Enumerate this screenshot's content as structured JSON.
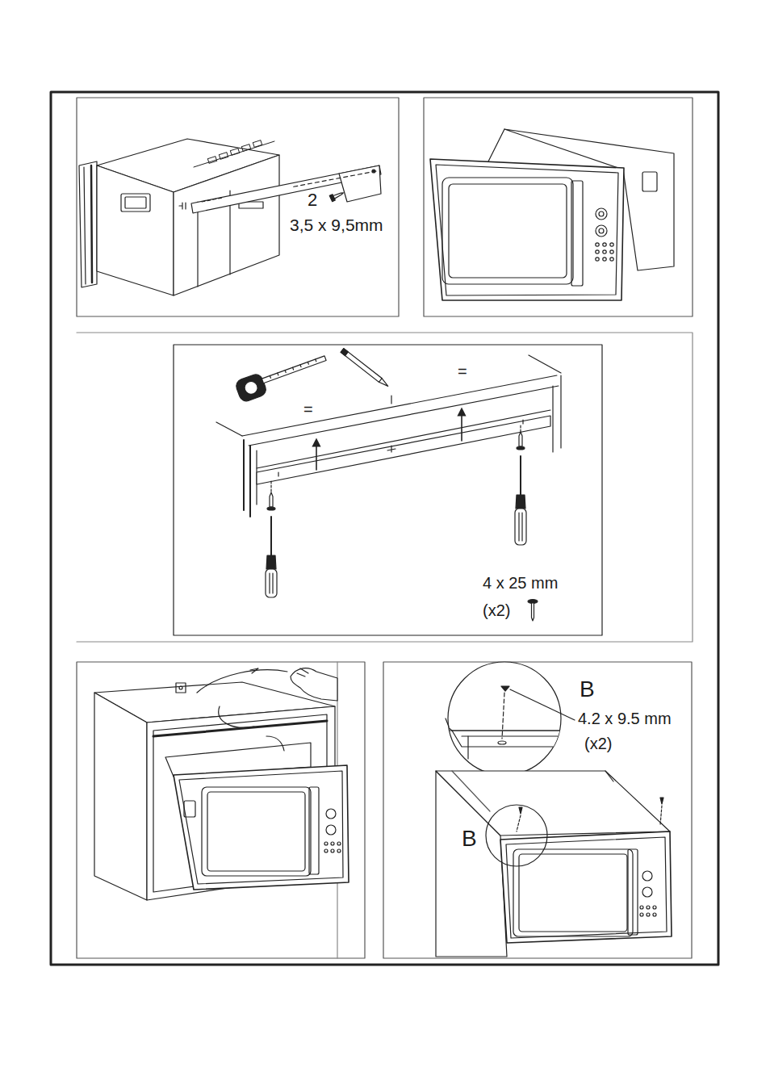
{
  "diagram": {
    "labels": [
      "2",
      "3,5 x 9,5mm",
      "=",
      "=",
      "4 x 25 mm",
      "(x2)",
      "B",
      "4.2 x 9.5 mm",
      "(x2)",
      "B"
    ]
  }
}
